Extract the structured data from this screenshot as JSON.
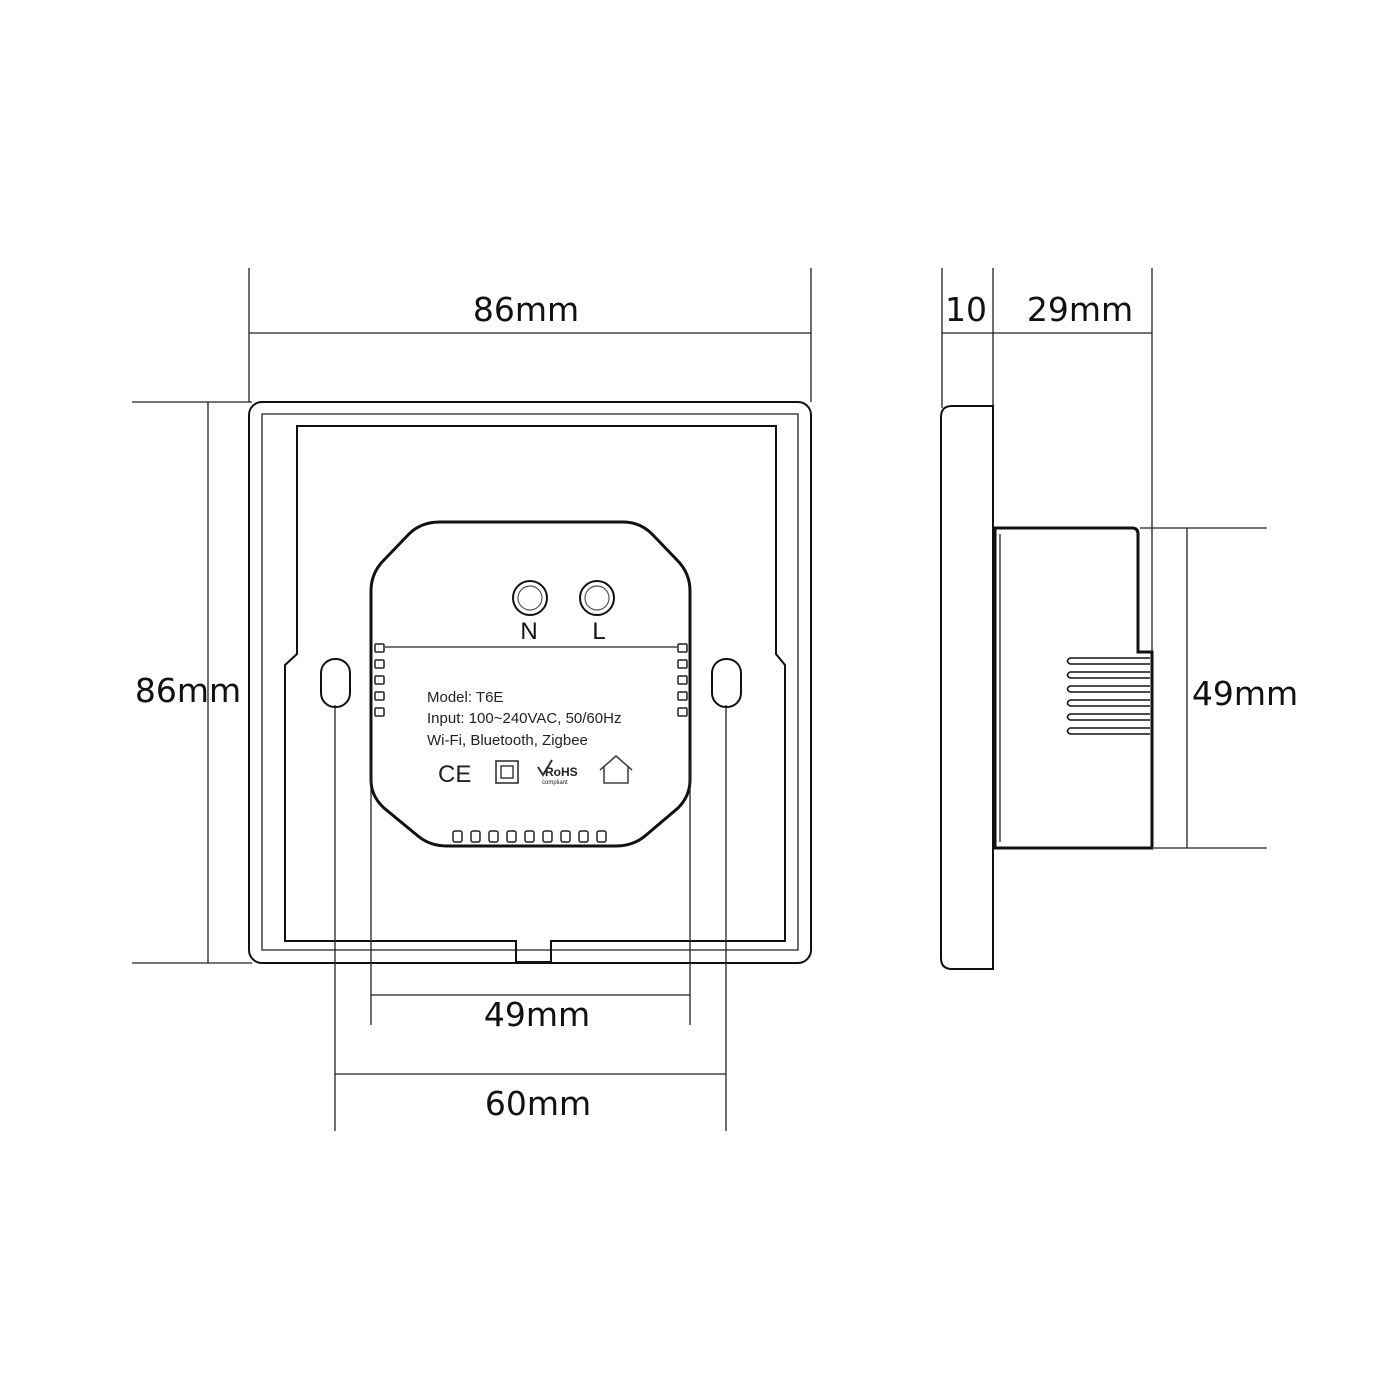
{
  "front_view": {
    "width_label": "86mm",
    "height_label": "86mm",
    "terminal_n_label": "N",
    "terminal_l_label": "L",
    "module_width_label": "49mm",
    "screw_spacing_label": "60mm",
    "spec": {
      "model": "Model: T6E",
      "input": "Input: 100~240VAC, 50/60Hz",
      "protocols": "Wi-Fi, Bluetooth, Zigbee"
    },
    "certifications": {
      "ce": "CE",
      "rohs": "RoHS",
      "rohs_sub": "compliant",
      "icons": [
        "ce-mark-icon",
        "double-insulation-icon",
        "rohs-icon",
        "home-icon"
      ]
    }
  },
  "side_view": {
    "plate_depth_label": "10",
    "body_depth_label": "29mm",
    "body_height_label": "49mm"
  }
}
